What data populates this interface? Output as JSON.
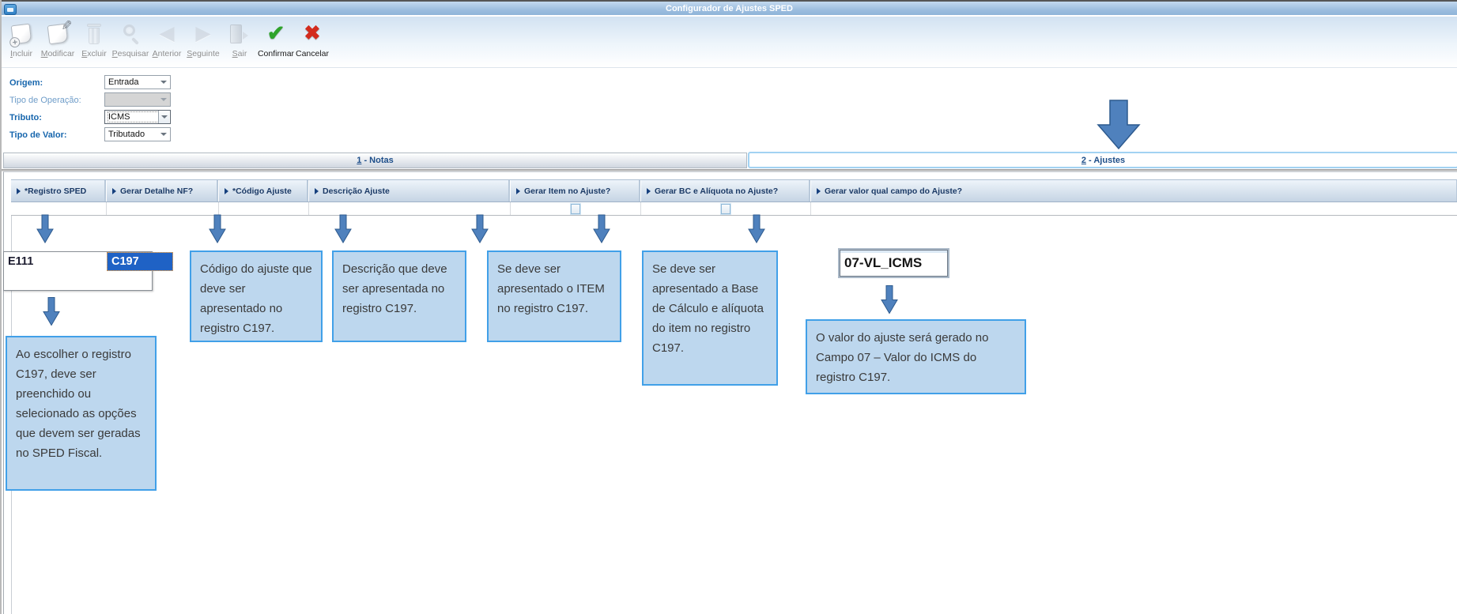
{
  "window": {
    "title": "Configurador de Ajustes SPED"
  },
  "toolbar": {
    "buttons": [
      {
        "label": "Incluir",
        "icon": "note-plus-icon",
        "enabled": false
      },
      {
        "label": "Modificar",
        "icon": "note-pencil-icon",
        "enabled": false
      },
      {
        "label": "Excluir",
        "icon": "trash-icon",
        "enabled": false
      },
      {
        "label": "Pesquisar",
        "icon": "magnifier-icon",
        "enabled": false
      },
      {
        "label": "Anterior",
        "icon": "arrow-left-icon",
        "enabled": false
      },
      {
        "label": "Seguinte",
        "icon": "arrow-right-icon",
        "enabled": false
      },
      {
        "label": "Sair",
        "icon": "door-exit-icon",
        "enabled": false
      },
      {
        "label": "Confirmar",
        "icon": "check-icon",
        "enabled": true
      },
      {
        "label": "Cancelar",
        "icon": "cancel-icon",
        "enabled": true
      }
    ]
  },
  "form": {
    "fields": [
      {
        "label": "Origem:",
        "value": "Entrada",
        "state": "enabled"
      },
      {
        "label": "Tipo de Operação:",
        "value": "",
        "state": "disabled"
      },
      {
        "label": "Tributo:",
        "value": "ICMS",
        "state": "focused"
      },
      {
        "label": "Tipo de Valor:",
        "value": "Tributado",
        "state": "enabled"
      }
    ]
  },
  "tabs": [
    {
      "accel": "1",
      "rest": " - Notas",
      "selected": false
    },
    {
      "accel": "2",
      "rest": " - Ajustes",
      "selected": true
    }
  ],
  "grid": {
    "columns": [
      {
        "label": "*Registro SPED"
      },
      {
        "label": "Gerar Detalhe NF?"
      },
      {
        "label": "*Código Ajuste"
      },
      {
        "label": "Descrição Ajuste"
      },
      {
        "label": "Gerar Item no Ajuste?"
      },
      {
        "label": "Gerar BC e Alíquota no Ajuste?"
      },
      {
        "label": "Gerar valor qual campo do Ajuste?"
      }
    ],
    "row": {
      "gerar_item_checked": false,
      "gerar_bc_checked": false
    }
  },
  "annotations": {
    "registro_list": {
      "items": [
        "C197",
        "E111"
      ],
      "selected": "C197"
    },
    "campo_value": "07-VL_ICMS",
    "callouts": [
      "Ao escolher o registro C197, deve ser preenchido ou selecionado as opções que devem ser geradas no SPED Fiscal.",
      "Código do ajuste que deve ser apresentado no registro C197.",
      "Descrição que deve ser apresentada no registro C197.",
      "Se deve ser apresentado o ITEM no registro C197.",
      "Se deve ser apresentado a Base de Cálculo e alíquota do item no registro C197.",
      "O valor do ajuste será gerado no Campo 07 – Valor do ICMS do registro C197."
    ]
  },
  "colors": {
    "callout_fill": "#bdd7ee",
    "callout_border": "#41a0e8",
    "arrow_fill": "#4f81bd",
    "selection_blue": "#1f62c5",
    "label_blue": "#1766ad"
  }
}
